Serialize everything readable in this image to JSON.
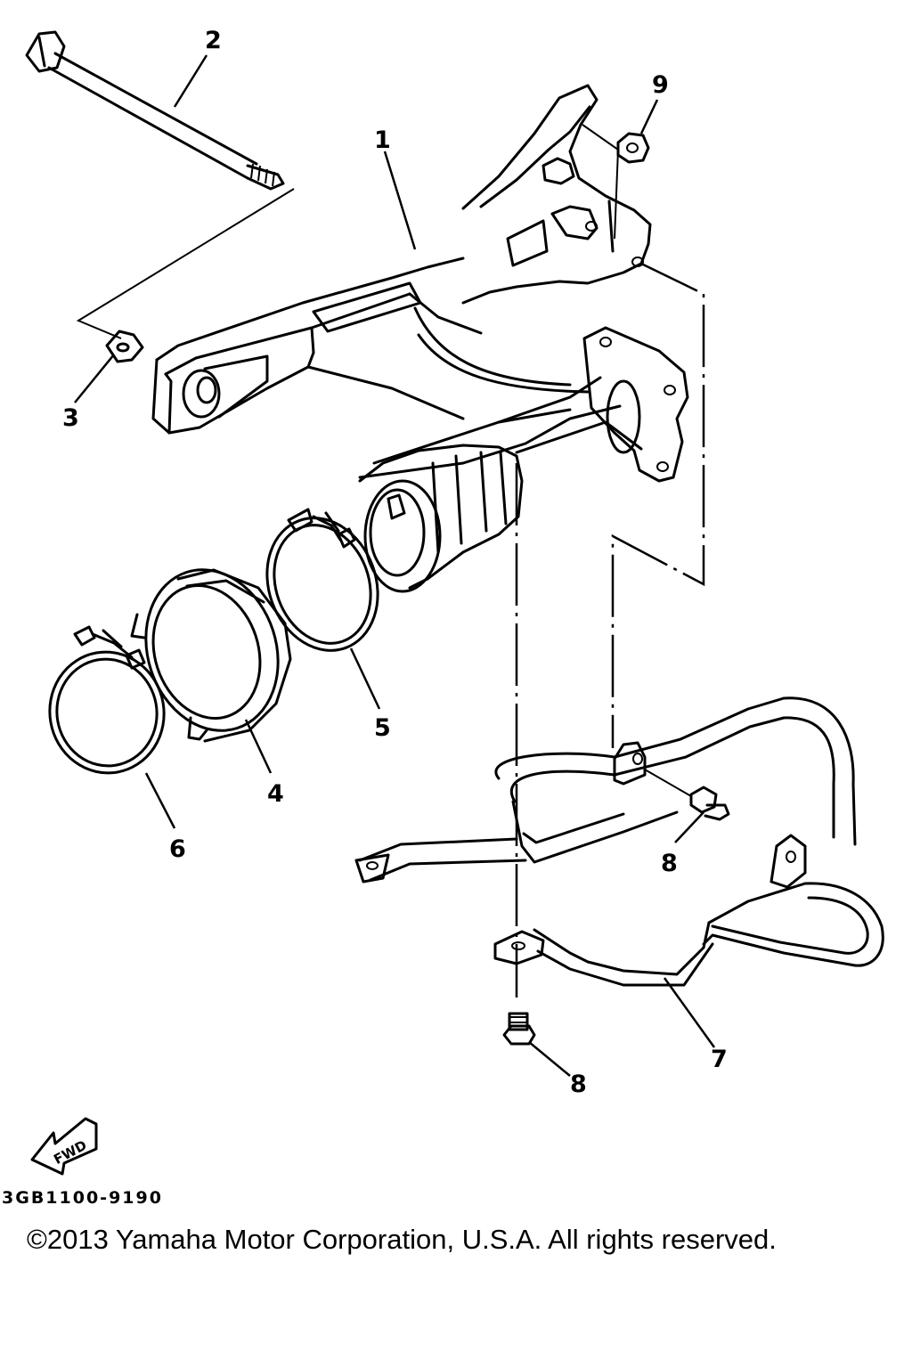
{
  "callouts": {
    "c1": "1",
    "c2": "2",
    "c3": "3",
    "c4": "4",
    "c5": "5",
    "c6": "6",
    "c7": "7",
    "c8a": "8",
    "c8b": "8",
    "c9": "9"
  },
  "fwd_label": "FWD",
  "part_code": "3GB1100-9190",
  "copyright": "©2013 Yamaha Motor Corporation, U.S.A. All rights reserved."
}
